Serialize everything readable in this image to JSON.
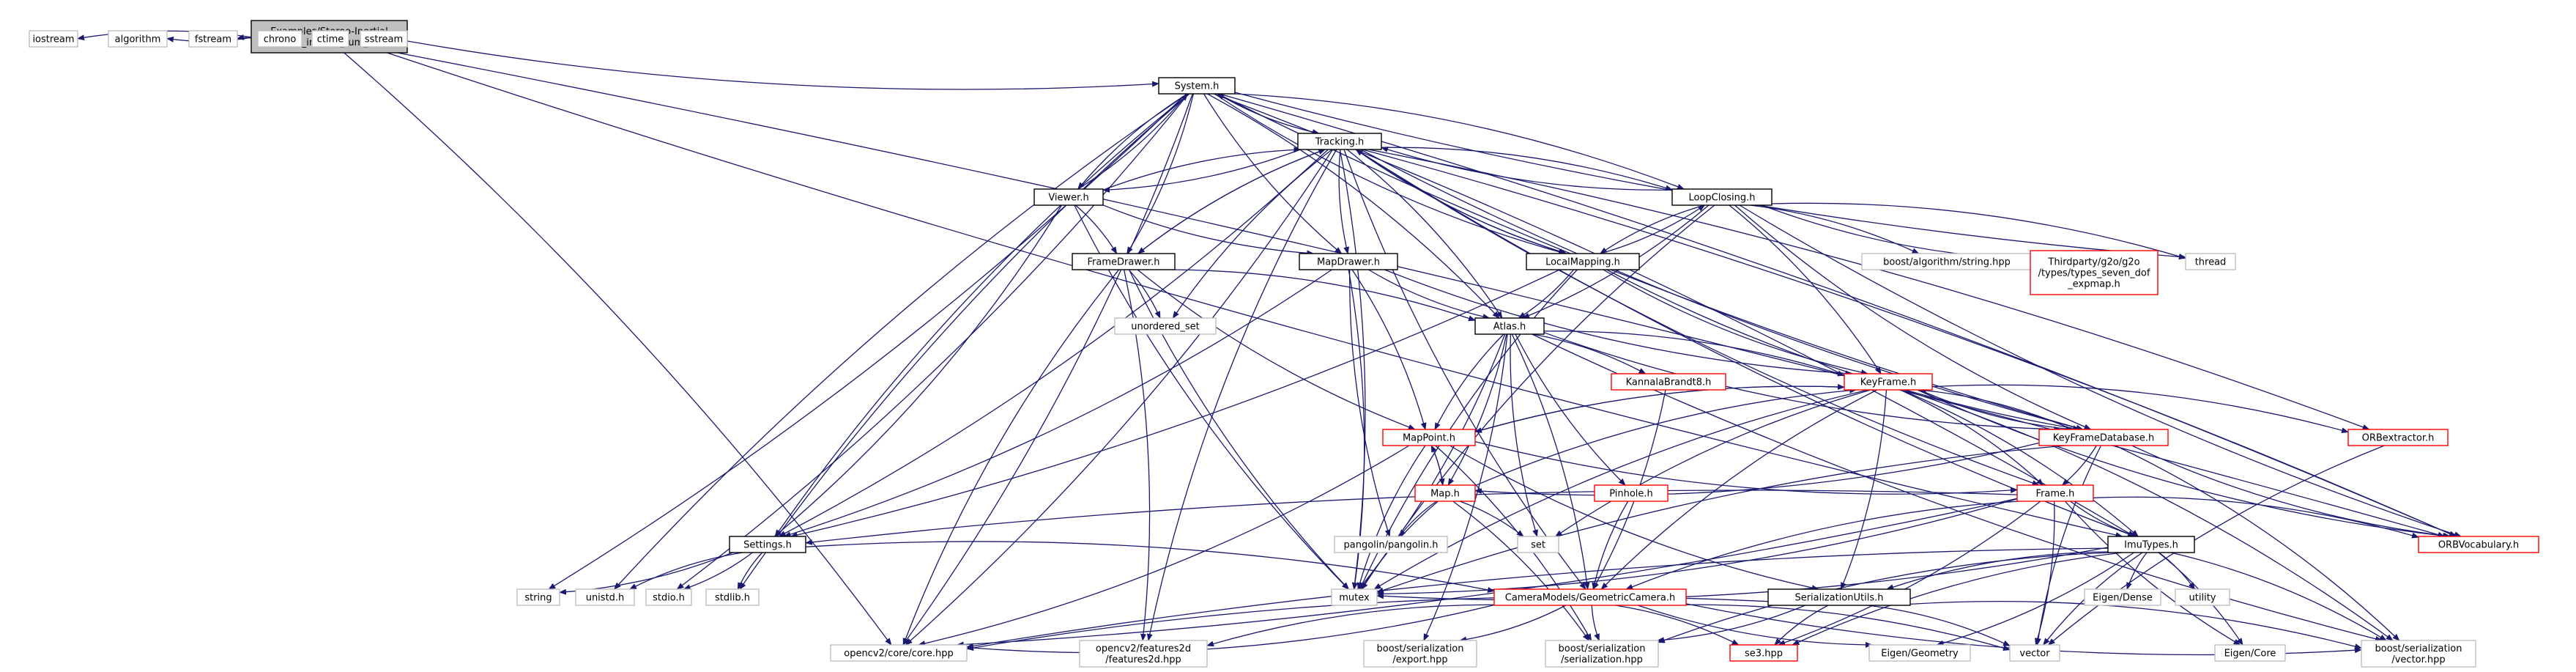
{
  "colors": {
    "edge": "#191970",
    "box_border_normal": "#000000",
    "box_border_missing": "#bfbfbf",
    "box_border_linked": "#ff0000",
    "root_fill": "#bfbfbf",
    "fill": "#ffffff"
  },
  "nodes": [
    {
      "id": "root",
      "kind": "root",
      "lines": [
        "Examples/Stereo-Inertial",
        "/stereo_inertial_tum_vi.cc"
      ]
    },
    {
      "id": "iostream",
      "kind": "missing",
      "lines": [
        "iostream"
      ]
    },
    {
      "id": "algorithm",
      "kind": "missing",
      "lines": [
        "algorithm"
      ]
    },
    {
      "id": "fstream",
      "kind": "missing",
      "lines": [
        "fstream"
      ]
    },
    {
      "id": "chrono",
      "kind": "missing",
      "lines": [
        "chrono"
      ]
    },
    {
      "id": "ctime",
      "kind": "missing",
      "lines": [
        "ctime"
      ]
    },
    {
      "id": "sstream",
      "kind": "missing",
      "lines": [
        "sstream"
      ]
    },
    {
      "id": "system",
      "kind": "normal",
      "lines": [
        "System.h"
      ]
    },
    {
      "id": "tracking",
      "kind": "normal",
      "lines": [
        "Tracking.h"
      ]
    },
    {
      "id": "viewer",
      "kind": "normal",
      "lines": [
        "Viewer.h"
      ]
    },
    {
      "id": "loopclosing",
      "kind": "normal",
      "lines": [
        "LoopClosing.h"
      ]
    },
    {
      "id": "framedrawer",
      "kind": "normal",
      "lines": [
        "FrameDrawer.h"
      ]
    },
    {
      "id": "mapdrawer",
      "kind": "normal",
      "lines": [
        "MapDrawer.h"
      ]
    },
    {
      "id": "localmapping",
      "kind": "normal",
      "lines": [
        "LocalMapping.h"
      ]
    },
    {
      "id": "boost_string",
      "kind": "missing",
      "lines": [
        "boost/algorithm/string.hpp"
      ]
    },
    {
      "id": "g2o",
      "kind": "linked",
      "lines": [
        "Thirdparty/g2o/g2o",
        "/types/types_seven_dof",
        "_expmap.h"
      ]
    },
    {
      "id": "thread",
      "kind": "missing",
      "lines": [
        "thread"
      ]
    },
    {
      "id": "unordered_set",
      "kind": "missing",
      "lines": [
        "unordered_set"
      ]
    },
    {
      "id": "atlas",
      "kind": "normal",
      "lines": [
        "Atlas.h"
      ]
    },
    {
      "id": "kannala",
      "kind": "linked",
      "lines": [
        "KannalaBrandt8.h"
      ]
    },
    {
      "id": "keyframe",
      "kind": "linked",
      "lines": [
        "KeyFrame.h"
      ]
    },
    {
      "id": "mappoint",
      "kind": "linked",
      "lines": [
        "MapPoint.h"
      ]
    },
    {
      "id": "kfdb",
      "kind": "linked",
      "lines": [
        "KeyFrameDatabase.h"
      ]
    },
    {
      "id": "orbextractor",
      "kind": "linked",
      "lines": [
        "ORBextractor.h"
      ]
    },
    {
      "id": "map",
      "kind": "linked",
      "lines": [
        "Map.h"
      ]
    },
    {
      "id": "pinhole",
      "kind": "linked",
      "lines": [
        "Pinhole.h"
      ]
    },
    {
      "id": "frame",
      "kind": "linked",
      "lines": [
        "Frame.h"
      ]
    },
    {
      "id": "orbvocab",
      "kind": "linked",
      "lines": [
        "ORBVocabulary.h"
      ]
    },
    {
      "id": "settings",
      "kind": "normal",
      "lines": [
        "Settings.h"
      ]
    },
    {
      "id": "set",
      "kind": "missing",
      "lines": [
        "set"
      ]
    },
    {
      "id": "pangolin",
      "kind": "missing",
      "lines": [
        "pangolin/pangolin.h"
      ]
    },
    {
      "id": "imutypes",
      "kind": "normal",
      "lines": [
        "ImuTypes.h"
      ]
    },
    {
      "id": "string",
      "kind": "missing",
      "lines": [
        "string"
      ]
    },
    {
      "id": "unistd",
      "kind": "missing",
      "lines": [
        "unistd.h"
      ]
    },
    {
      "id": "stdio",
      "kind": "missing",
      "lines": [
        "stdio.h"
      ]
    },
    {
      "id": "stdlib",
      "kind": "missing",
      "lines": [
        "stdlib.h"
      ]
    },
    {
      "id": "mutex",
      "kind": "missing",
      "lines": [
        "mutex"
      ]
    },
    {
      "id": "camera",
      "kind": "linked",
      "lines": [
        "CameraModels/GeometricCamera.h"
      ]
    },
    {
      "id": "serialization",
      "kind": "normal",
      "lines": [
        "SerializationUtils.h"
      ]
    },
    {
      "id": "eigen_dense",
      "kind": "missing",
      "lines": [
        "Eigen/Dense"
      ]
    },
    {
      "id": "utility",
      "kind": "missing",
      "lines": [
        "utility"
      ]
    },
    {
      "id": "opencv_core",
      "kind": "missing",
      "lines": [
        "opencv2/core/core.hpp"
      ]
    },
    {
      "id": "opencv_f2d",
      "kind": "missing",
      "lines": [
        "opencv2/features2d",
        "/features2d.hpp"
      ]
    },
    {
      "id": "boost_export",
      "kind": "missing",
      "lines": [
        "boost/serialization",
        "/export.hpp"
      ]
    },
    {
      "id": "boost_serialization",
      "kind": "missing",
      "lines": [
        "boost/serialization",
        "/serialization.hpp"
      ]
    },
    {
      "id": "se3",
      "kind": "linked",
      "lines": [
        "se3.hpp"
      ]
    },
    {
      "id": "eigen_geometry",
      "kind": "missing",
      "lines": [
        "Eigen/Geometry"
      ]
    },
    {
      "id": "vector",
      "kind": "missing",
      "lines": [
        "vector"
      ]
    },
    {
      "id": "eigen_core",
      "kind": "missing",
      "lines": [
        "Eigen/Core"
      ]
    },
    {
      "id": "boost_vector",
      "kind": "missing",
      "lines": [
        "boost/serialization",
        "/vector.hpp"
      ]
    }
  ],
  "edges": [
    [
      "root",
      "iostream"
    ],
    [
      "root",
      "algorithm"
    ],
    [
      "root",
      "fstream"
    ],
    [
      "root",
      "chrono"
    ],
    [
      "root",
      "ctime"
    ],
    [
      "root",
      "sstream"
    ],
    [
      "root",
      "system"
    ],
    [
      "root",
      "opencv_core"
    ],
    [
      "root",
      "imutypes"
    ],
    [
      "root",
      "orbvocab"
    ],
    [
      "system",
      "unistd"
    ],
    [
      "system",
      "stdio"
    ],
    [
      "system",
      "stdlib"
    ],
    [
      "system",
      "string"
    ],
    [
      "system",
      "thread"
    ],
    [
      "system",
      "opencv_core"
    ],
    [
      "system",
      "tracking"
    ],
    [
      "system",
      "framedrawer"
    ],
    [
      "system",
      "mapdrawer"
    ],
    [
      "system",
      "atlas"
    ],
    [
      "system",
      "localmapping"
    ],
    [
      "system",
      "loopclosing"
    ],
    [
      "system",
      "kfdb"
    ],
    [
      "system",
      "orbvocab"
    ],
    [
      "system",
      "viewer"
    ],
    [
      "system",
      "imutypes"
    ],
    [
      "system",
      "settings"
    ],
    [
      "tracking",
      "opencv_core"
    ],
    [
      "tracking",
      "opencv_f2d"
    ],
    [
      "tracking",
      "viewer"
    ],
    [
      "tracking",
      "framedrawer"
    ],
    [
      "tracking",
      "atlas"
    ],
    [
      "tracking",
      "localmapping"
    ],
    [
      "tracking",
      "loopclosing"
    ],
    [
      "tracking",
      "frame"
    ],
    [
      "tracking",
      "orbvocab"
    ],
    [
      "tracking",
      "kfdb"
    ],
    [
      "tracking",
      "orbextractor"
    ],
    [
      "tracking",
      "mapdrawer"
    ],
    [
      "tracking",
      "system"
    ],
    [
      "tracking",
      "imutypes"
    ],
    [
      "tracking",
      "settings"
    ],
    [
      "tracking",
      "camera"
    ],
    [
      "tracking",
      "mutex"
    ],
    [
      "tracking",
      "unordered_set"
    ],
    [
      "viewer",
      "framedrawer"
    ],
    [
      "viewer",
      "mapdrawer"
    ],
    [
      "viewer",
      "tracking"
    ],
    [
      "viewer",
      "system"
    ],
    [
      "viewer",
      "settings"
    ],
    [
      "viewer",
      "mutex"
    ],
    [
      "framedrawer",
      "tracking"
    ],
    [
      "framedrawer",
      "mappoint"
    ],
    [
      "framedrawer",
      "atlas"
    ],
    [
      "framedrawer",
      "opencv_core"
    ],
    [
      "framedrawer",
      "opencv_f2d"
    ],
    [
      "framedrawer",
      "mutex"
    ],
    [
      "framedrawer",
      "unordered_set"
    ],
    [
      "mapdrawer",
      "atlas"
    ],
    [
      "mapdrawer",
      "mappoint"
    ],
    [
      "mapdrawer",
      "keyframe"
    ],
    [
      "mapdrawer",
      "settings"
    ],
    [
      "mapdrawer",
      "pangolin"
    ],
    [
      "mapdrawer",
      "mutex"
    ],
    [
      "localmapping",
      "keyframe"
    ],
    [
      "localmapping",
      "atlas"
    ],
    [
      "localmapping",
      "loopclosing"
    ],
    [
      "localmapping",
      "tracking"
    ],
    [
      "localmapping",
      "kfdb"
    ],
    [
      "localmapping",
      "settings"
    ],
    [
      "localmapping",
      "mutex"
    ],
    [
      "loopclosing",
      "keyframe"
    ],
    [
      "loopclosing",
      "localmapping"
    ],
    [
      "loopclosing",
      "atlas"
    ],
    [
      "loopclosing",
      "orbvocab"
    ],
    [
      "loopclosing",
      "tracking"
    ],
    [
      "loopclosing",
      "kfdb"
    ],
    [
      "loopclosing",
      "boost_string"
    ],
    [
      "loopclosing",
      "g2o"
    ],
    [
      "loopclosing",
      "thread"
    ],
    [
      "loopclosing",
      "mutex"
    ],
    [
      "atlas",
      "map"
    ],
    [
      "atlas",
      "mappoint"
    ],
    [
      "atlas",
      "keyframe"
    ],
    [
      "atlas",
      "kfdb"
    ],
    [
      "atlas",
      "camera"
    ],
    [
      "atlas",
      "pinhole"
    ],
    [
      "atlas",
      "kannala"
    ],
    [
      "atlas",
      "set"
    ],
    [
      "atlas",
      "mutex"
    ],
    [
      "atlas",
      "boost_vector"
    ],
    [
      "atlas",
      "boost_export"
    ],
    [
      "keyframe",
      "mappoint"
    ],
    [
      "keyframe",
      "frame"
    ],
    [
      "keyframe",
      "kfdb"
    ],
    [
      "keyframe",
      "orbextractor"
    ],
    [
      "keyframe",
      "orbvocab"
    ],
    [
      "keyframe",
      "imutypes"
    ],
    [
      "keyframe",
      "camera"
    ],
    [
      "keyframe",
      "serialization"
    ],
    [
      "keyframe",
      "mutex"
    ],
    [
      "keyframe",
      "boost_vector"
    ],
    [
      "keyframe",
      "set"
    ],
    [
      "mappoint",
      "keyframe"
    ],
    [
      "mappoint",
      "frame"
    ],
    [
      "mappoint",
      "map"
    ],
    [
      "mappoint",
      "serialization"
    ],
    [
      "mappoint",
      "opencv_core"
    ],
    [
      "mappoint",
      "mutex"
    ],
    [
      "mappoint",
      "boost_serialization"
    ],
    [
      "map",
      "mappoint"
    ],
    [
      "map",
      "keyframe"
    ],
    [
      "map",
      "pangolin"
    ],
    [
      "map",
      "set"
    ],
    [
      "map",
      "mutex"
    ],
    [
      "map",
      "boost_serialization"
    ],
    [
      "kfdb",
      "keyframe"
    ],
    [
      "kfdb",
      "frame"
    ],
    [
      "kfdb",
      "orbvocab"
    ],
    [
      "kfdb",
      "map"
    ],
    [
      "kfdb",
      "mutex"
    ],
    [
      "kfdb",
      "boost_vector"
    ],
    [
      "kfdb",
      "vector"
    ],
    [
      "frame",
      "vector"
    ],
    [
      "frame",
      "imutypes"
    ],
    [
      "frame",
      "orbvocab"
    ],
    [
      "frame",
      "camera"
    ],
    [
      "frame",
      "se3"
    ],
    [
      "frame",
      "eigen_core"
    ],
    [
      "frame",
      "mutex"
    ],
    [
      "frame",
      "settings"
    ],
    [
      "frame",
      "opencv_core"
    ],
    [
      "pinhole",
      "camera"
    ],
    [
      "kannala",
      "camera"
    ],
    [
      "orbextractor",
      "vector"
    ],
    [
      "settings",
      "string"
    ],
    [
      "settings",
      "unistd"
    ],
    [
      "settings",
      "stdio"
    ],
    [
      "settings",
      "stdlib"
    ],
    [
      "settings",
      "camera"
    ],
    [
      "imutypes",
      "vector"
    ],
    [
      "imutypes",
      "utility"
    ],
    [
      "imutypes",
      "eigen_dense"
    ],
    [
      "imutypes",
      "eigen_core"
    ],
    [
      "imutypes",
      "se3"
    ],
    [
      "imutypes",
      "eigen_geometry"
    ],
    [
      "imutypes",
      "serialization"
    ],
    [
      "imutypes",
      "mutex"
    ],
    [
      "imutypes",
      "boost_serialization"
    ],
    [
      "imutypes",
      "boost_vector"
    ],
    [
      "imutypes",
      "opencv_core"
    ],
    [
      "camera",
      "opencv_core"
    ],
    [
      "camera",
      "opencv_f2d"
    ],
    [
      "camera",
      "boost_export"
    ],
    [
      "camera",
      "boost_serialization"
    ],
    [
      "camera",
      "se3"
    ],
    [
      "camera",
      "eigen_geometry"
    ],
    [
      "camera",
      "vector"
    ],
    [
      "camera",
      "boost_vector"
    ],
    [
      "serialization",
      "boost_serialization"
    ],
    [
      "serialization",
      "se3"
    ],
    [
      "serialization",
      "boost_vector"
    ],
    [
      "serialization",
      "opencv_core"
    ],
    [
      "serialization",
      "vector"
    ]
  ]
}
